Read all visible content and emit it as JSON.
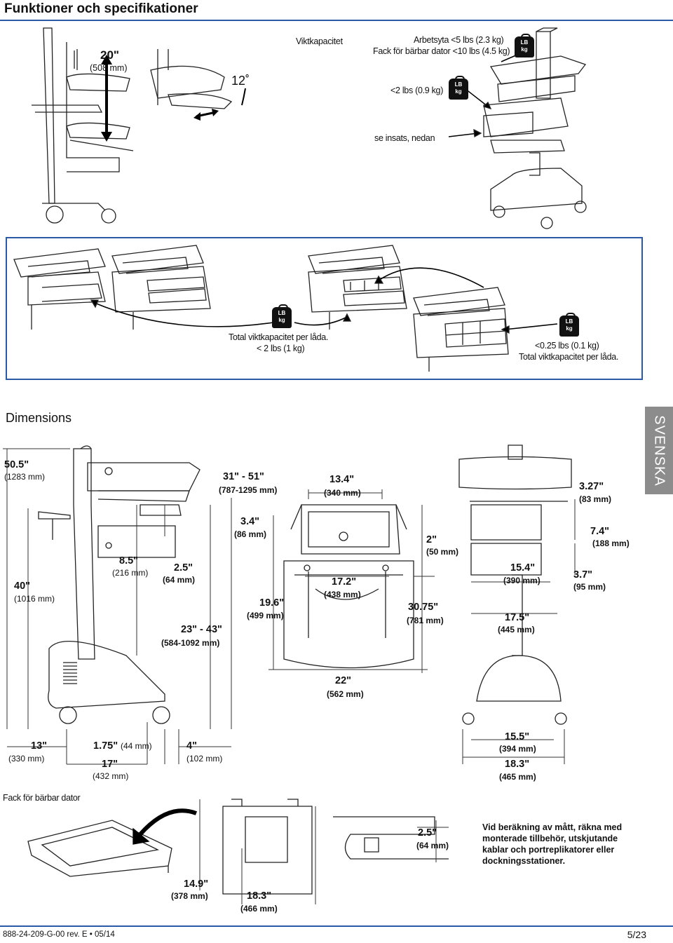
{
  "header": {
    "title": "Funktioner och specifikationer"
  },
  "side_tab": "SVENSKA",
  "top_section": {
    "height_range": "20\"",
    "height_range_mm": "(508 mm)",
    "tilt": "12˚",
    "capacity_title": "Viktkapacitet",
    "worksurface_line1": "Arbetsyta <5 lbs (2.3 kg)",
    "worksurface_line2": "Fack för bärbar dator <10 lbs (4.5 kg)",
    "lb_label": "LB",
    "kg_label": "kg",
    "shelf_capacity": "<2 lbs (0.9 kg)",
    "see_insert": "se insats, nedan"
  },
  "drawer_section": {
    "left_line1": "Total viktkapacitet per låda.",
    "left_line2": "< 2 lbs (1 kg)",
    "right_line1": "<0.25 lbs (0.1 kg)",
    "right_line2": "Total viktkapacitet per låda."
  },
  "dimensions": {
    "title": "Dimensions",
    "overall_h": "50.5\"",
    "overall_h_mm": "(1283 mm)",
    "base_h": "40\"",
    "base_h_mm": "(1016 mm)",
    "kb_drop": "8.5\"",
    "kb_drop_mm": "(216 mm)",
    "kb_tray": "2.5\"",
    "kb_tray_mm": "(64 mm)",
    "work_h": "31\" - 51\"",
    "work_h_mm": "(787-1295 mm)",
    "kb_h": "23\" - 43\"",
    "kb_h_mm": "(584-1092 mm)",
    "front_top": "3.4\"",
    "front_top_mm": "(86 mm)",
    "front_width": "13.4\"",
    "front_width_mm": "(340 mm)",
    "front_depth": "19.6\"",
    "front_depth_mm": "(499 mm)",
    "front_inner": "17.2\"",
    "front_inner_mm": "(438 mm)",
    "front_right": "2\"",
    "front_right_mm": "(50 mm)",
    "front_total": "30.75\"",
    "front_total_mm": "(781 mm)",
    "front_base": "22\"",
    "front_base_mm": "(562 mm)",
    "side_top": "3.27\"",
    "side_top_mm": "(83 mm)",
    "side_mid": "7.4\"",
    "side_mid_mm": "(188 mm)",
    "side_lower": "3.7\"",
    "side_lower_mm": "(95 mm)",
    "side_w1": "15.4\"",
    "side_w1_mm": "(390 mm)",
    "side_w2": "17.5\"",
    "side_w2_mm": "(445 mm)",
    "side_base1": "15.5\"",
    "side_base1_mm": "(394 mm)",
    "side_base2": "18.3\"",
    "side_base2_mm": "(465 mm)",
    "base_a": "13\"",
    "base_a_mm": "(330 mm)",
    "base_b": "1.75\"",
    "base_b_mm": "(44 mm)",
    "base_c": "17\"",
    "base_c_mm": "(432 mm)",
    "base_d": "4\"",
    "base_d_mm": "(102 mm)"
  },
  "laptop_tray": {
    "title": "Fack för bärbar dator",
    "w": "14.9\"",
    "w_mm": "(378 mm)",
    "d": "18.3\"",
    "d_mm": "(466 mm)",
    "lip": "2.5\"",
    "lip_mm": "(64 mm)",
    "note": "Vid beräkning av mått, räkna med monterade tillbehör, utskjutande kablar och portreplikatorer eller dockningsstationer."
  },
  "footer": {
    "doc_id": "888-24-209-G-00 rev. E • 05/14",
    "page": "5/23"
  },
  "colors": {
    "rule": "#2a59a8",
    "tab": "#8c8c8c",
    "ink": "#111111"
  }
}
